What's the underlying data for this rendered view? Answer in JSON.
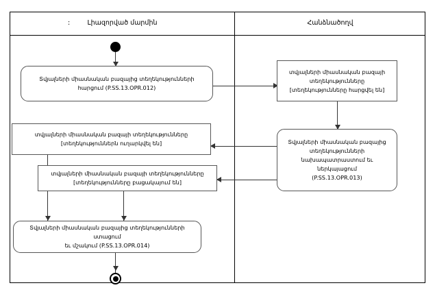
{
  "diagram": {
    "type": "uml-activity-diagram",
    "lanes": [
      {
        "id": "left",
        "title": "Լիազորված մարմին",
        "prefix": ":"
      },
      {
        "id": "right",
        "title": "Հանձնածողվ"
      }
    ],
    "nodes": [
      {
        "id": "start",
        "kind": "initial-node",
        "lane": "left"
      },
      {
        "id": "request",
        "kind": "action",
        "lane": "left",
        "text": "Տվյալների միասնական բազայից տեղեկությունների\nհարցում (P.SS.13.OPR.012)"
      },
      {
        "id": "queried-object",
        "kind": "object",
        "lane": "right",
        "text": "տվյալների միասնական բազայի\nտեղեկությունները\n[տեղեկությունները հարցվել են]"
      },
      {
        "id": "prepare",
        "kind": "action",
        "lane": "right",
        "text": "Տվյալների միասնական բազայից\nտեղեկությունների\nնախապատրաստում եւ\nներկայացում\n(P.SS.13.OPR.013)"
      },
      {
        "id": "sent-object",
        "kind": "object",
        "lane": "left",
        "text": "տվյալների միասնական բազայի տեղեկությունները\n[տեղեկություններն ուղարկվել են]"
      },
      {
        "id": "missing-object",
        "kind": "object",
        "lane": "left",
        "text": "տվյալների միասնական բազայի տեղեկությունները\n[տեղեկությունները բացակայում են]"
      },
      {
        "id": "receive",
        "kind": "action",
        "lane": "left",
        "text": "Տվյալների միասնական բազայից տեղեկությունների ստացում\nեւ մշակում (P.SS.13.OPR.014)"
      },
      {
        "id": "end",
        "kind": "final-node",
        "lane": "left"
      }
    ],
    "edges": [
      {
        "from": "start",
        "to": "request"
      },
      {
        "from": "request",
        "to": "queried-object"
      },
      {
        "from": "queried-object",
        "to": "prepare"
      },
      {
        "from": "prepare",
        "to": "sent-object"
      },
      {
        "from": "prepare",
        "to": "missing-object"
      },
      {
        "from": "sent-object",
        "to": "receive"
      },
      {
        "from": "missing-object",
        "to": "receive"
      },
      {
        "from": "receive",
        "to": "end"
      }
    ]
  }
}
